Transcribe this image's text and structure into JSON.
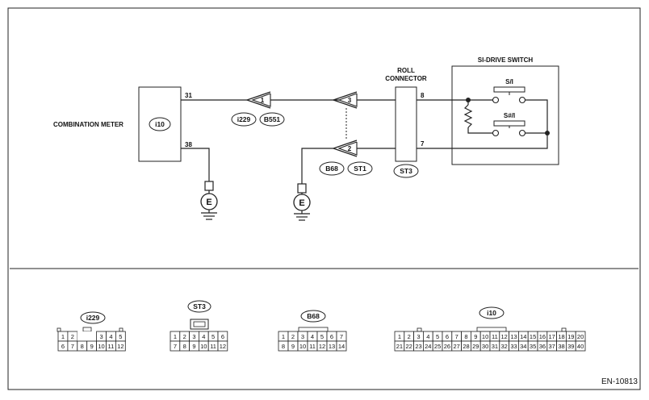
{
  "diagram": {
    "combination_meter": {
      "label": "COMBINATION METER",
      "code": "i10",
      "pin_a": "31",
      "pin_b": "38"
    },
    "connector_1": {
      "pin": "1",
      "codes": [
        "i229",
        "B551"
      ]
    },
    "connector_2": {
      "pin_top": "3",
      "pin_bottom": "2",
      "codes": [
        "B68",
        "ST1"
      ]
    },
    "roll_connector": {
      "label_line1": "ROLL",
      "label_line2": "CONNECTOR",
      "code": "ST3",
      "pin_top": "8",
      "pin_bottom": "7"
    },
    "si_drive_switch": {
      "label": "SI-DRIVE SWITCH",
      "switch_1": "S/I",
      "switch_2": "S#/I"
    },
    "ground_symbol": "E",
    "figure_id": "EN-10813"
  },
  "connectors": [
    {
      "code": "i229",
      "rows": [
        [
          "1",
          "2",
          "",
          "",
          "3",
          "4",
          "5"
        ],
        [
          "6",
          "7",
          "8",
          "9",
          "10",
          "11",
          "12"
        ]
      ]
    },
    {
      "code": "ST3",
      "rows": [
        [
          "1",
          "2",
          "3",
          "4",
          "5",
          "6"
        ],
        [
          "7",
          "8",
          "9",
          "10",
          "11",
          "12"
        ]
      ]
    },
    {
      "code": "B68",
      "rows": [
        [
          "1",
          "2",
          "3",
          "4",
          "5",
          "6",
          "7"
        ],
        [
          "8",
          "9",
          "10",
          "11",
          "12",
          "13",
          "14"
        ]
      ]
    },
    {
      "code": "i10",
      "rows": [
        [
          "1",
          "2",
          "3",
          "4",
          "5",
          "6",
          "7",
          "8",
          "9",
          "10",
          "11",
          "12",
          "13",
          "14",
          "15",
          "16",
          "17",
          "18",
          "19",
          "20"
        ],
        [
          "21",
          "22",
          "23",
          "24",
          "25",
          "26",
          "27",
          "28",
          "29",
          "30",
          "31",
          "32",
          "33",
          "34",
          "35",
          "36",
          "37",
          "38",
          "39",
          "40"
        ]
      ]
    }
  ]
}
